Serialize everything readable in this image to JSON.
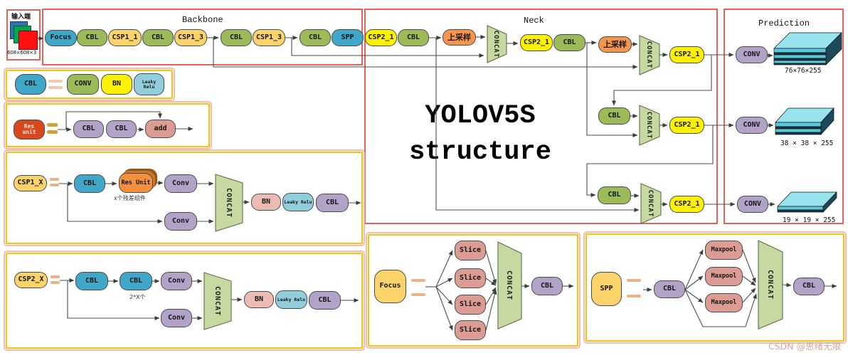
{
  "title": {
    "line1": "YOLOV5S",
    "line2": "structure"
  },
  "watermark": "CSDN @思绪无限",
  "sections": {
    "backbone": "Backbone",
    "neck": "Neck",
    "prediction": "Prediction"
  },
  "input": {
    "label": "输入端",
    "size": "608×608×3"
  },
  "concat_label": "CONCAT",
  "backbone_nodes": [
    "Focus",
    "CBL",
    "CSP1_1",
    "CBL",
    "CSP1_3",
    "CBL",
    "CSP1_3",
    "CBL",
    "SPP"
  ],
  "neck": {
    "row1": [
      "CSP2_1",
      "CBL",
      "上采样",
      "CSP2_1",
      "CBL",
      "上采样",
      "CSP2_1"
    ],
    "row2": [
      "CBL",
      "CSP2_1"
    ],
    "row3": [
      "CBL",
      "CSP2_1"
    ]
  },
  "prediction": {
    "convs": [
      "CONV",
      "CONV",
      "CONV"
    ],
    "outputs": [
      "76×76×255",
      "38 × 38 × 255",
      "19 × 19 × 255"
    ]
  },
  "legend_cbl": {
    "title": "CBL",
    "conv": "CONV",
    "bn": "BN",
    "leaky": "Leaky Relu"
  },
  "legend_res": {
    "title": "Res unit",
    "cbl1": "CBL",
    "cbl2": "CBL",
    "add": "add"
  },
  "legend_csp1": {
    "title": "CSP1_X",
    "cbl": "CBL",
    "res_unit": "Res Unit",
    "note": "x个残差组件",
    "conv_top": "Conv",
    "conv_bottom": "Conv",
    "bn": "BN",
    "leaky": "Leaky Relu",
    "cbl_out": "CBL"
  },
  "legend_csp2": {
    "title": "CSP2_X",
    "cbl1": "CBL",
    "cbl2": "CBL",
    "note": "2*X个",
    "conv_top": "Conv",
    "conv_bottom": "Conv",
    "bn": "BN",
    "leaky": "Leaky Relu",
    "cbl_out": "CBL"
  },
  "legend_focus": {
    "title": "Focus",
    "slices": [
      "Slice",
      "Slice",
      "Slice",
      "Slice"
    ],
    "cbl": "CBL"
  },
  "legend_spp": {
    "title": "SPP",
    "cbl_in": "CBL",
    "pools": [
      "Maxpool",
      "Maxpool",
      "Maxpool"
    ],
    "cbl_out": "CBL"
  },
  "palette": {
    "frame_red": "#e8625c",
    "legend_yellow": "#fec10a",
    "legend_pink": "#f3bcb6",
    "teal": "#41a7c9",
    "green": "#9bbb59",
    "amber": "#fbd36b",
    "csp2_yellow": "#fcf003",
    "upsample_orange": "#f5954c",
    "conv_purple": "#b3a2c8",
    "slice_pink": "#dc9b93",
    "bn_pink": "#ecbcb4",
    "leaky_cyan": "#92cddc",
    "res_red": "#d8481e",
    "res_orange": "#f2903e",
    "concat_green": "#c5d9a0",
    "map_cyan": "#8fe0ee",
    "input_blue": "#2e74b5",
    "input_green": "#00a550",
    "input_red": "#ff1111"
  }
}
